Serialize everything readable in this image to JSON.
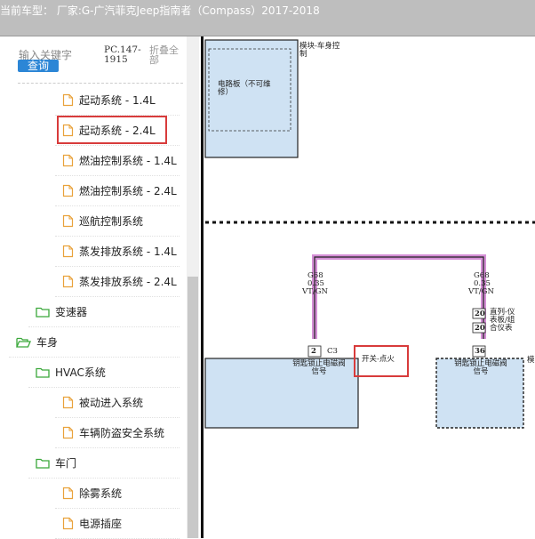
{
  "titlebar": {
    "text": "当前车型： 厂家:G-广汽菲克Jeep指南者（Compass）2017-2018"
  },
  "search": {
    "placeholder": "输入关键字",
    "button": "查询",
    "doc_id": "PC.147-1915",
    "collapse_all": "折叠全部"
  },
  "tree": [
    {
      "label": "起动系统 - 1.4L",
      "kind": "doc",
      "selected": false
    },
    {
      "label": "起动系统 - 2.4L",
      "kind": "doc",
      "selected": true
    },
    {
      "label": "燃油控制系统 - 1.4L",
      "kind": "doc",
      "selected": false
    },
    {
      "label": "燃油控制系统 - 2.4L",
      "kind": "doc",
      "selected": false
    },
    {
      "label": "巡航控制系统",
      "kind": "doc",
      "selected": false
    },
    {
      "label": "蒸发排放系统 - 1.4L",
      "kind": "doc",
      "selected": false
    },
    {
      "label": "蒸发排放系统 - 2.4L",
      "kind": "doc",
      "selected": false
    },
    {
      "label": "变速器",
      "kind": "folder",
      "selected": false
    },
    {
      "label": "车身",
      "kind": "folder-open",
      "selected": false
    },
    {
      "label": "HVAC系统",
      "kind": "folder",
      "selected": false
    },
    {
      "label": "被动进入系统",
      "kind": "doc",
      "selected": false
    },
    {
      "label": "车辆防盗安全系统",
      "kind": "doc",
      "selected": false
    },
    {
      "label": "车门",
      "kind": "folder",
      "selected": false
    },
    {
      "label": "除雾系统",
      "kind": "doc",
      "selected": false
    },
    {
      "label": "电源插座",
      "kind": "doc",
      "selected": false
    }
  ],
  "diagram": {
    "module_label": "模块-车身控制",
    "board_label": "电路板（不可维修）",
    "wire_left": {
      "code": "G68",
      "gauge": "0.35",
      "color": "VT/GN"
    },
    "wire_right": {
      "code": "G68",
      "gauge": "0.35",
      "color": "VT/GN"
    },
    "pin_left": "2",
    "connector_left": "C3",
    "pin_right_top": "20",
    "pin_right_top_label": "直列-仪表板/组合仪表",
    "pin_right_bottom": "20",
    "pin_right": "36",
    "box_left_label": "钥匙锁止电磁阀信号",
    "box_right_label": "钥匙锁止电磁阀信号",
    "switch_label": "开关-点火",
    "edge_label": "模"
  },
  "colors": {
    "highlight": "#d83b3b",
    "button": "#2c86d6",
    "wire": "#d58fd6",
    "box_fill": "#cfe2f3"
  }
}
